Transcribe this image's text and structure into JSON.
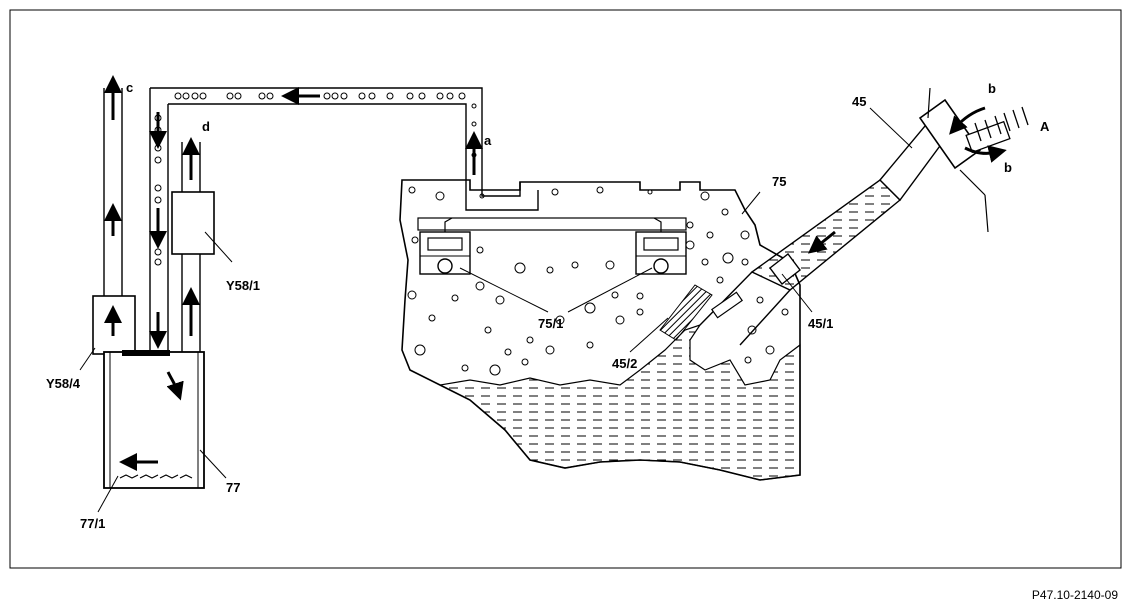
{
  "labels": {
    "c": "c",
    "d": "d",
    "a": "a",
    "b_top": "b",
    "b_bottom": "b",
    "A": "A",
    "p45": "45",
    "p75": "75",
    "p45_1": "45/1",
    "p45_2": "45/2",
    "p75_1": "75/1",
    "y58_1": "Y58/1",
    "y58_4": "Y58/4",
    "p77": "77",
    "p77_1": "77/1"
  },
  "doc_ref": "P47.10-2140-09"
}
